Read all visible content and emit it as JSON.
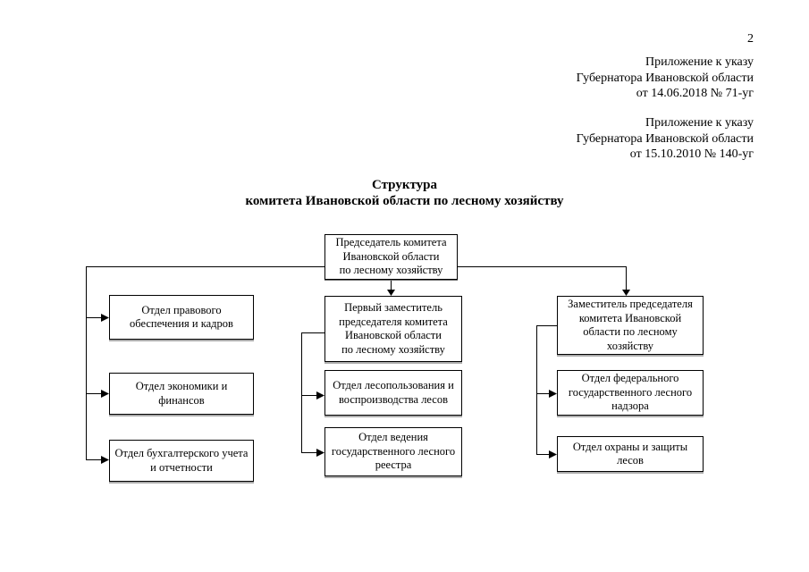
{
  "page_number": "2",
  "annotations": [
    {
      "text": "Приложение к указу\nГубернатора Ивановской области\nот 14.06.2018 № 71-уг"
    },
    {
      "text": "Приложение к указу\nГубернатора Ивановской области\nот 15.10.2010 № 140-уг"
    }
  ],
  "title": {
    "text": "Структура\nкомитета Ивановской области по лесному хозяйству"
  },
  "org_chart": {
    "chairman": {
      "label": "Председатель комитета\nИвановской области\nпо лесному хозяйству"
    },
    "left_column": [
      {
        "label": "Отдел правового\nобеспечения и кадров"
      },
      {
        "label": "Отдел экономики и\nфинансов"
      },
      {
        "label": "Отдел бухгалтерского учета\nи отчетности"
      }
    ],
    "middle_column": [
      {
        "label": "Первый заместитель\nпредседателя комитета\nИвановской области\nпо лесному хозяйству"
      },
      {
        "label": "Отдел лесопользования и\nвоспроизводства лесов"
      },
      {
        "label": "Отдел ведения\nгосударственного лесного\nреестра"
      }
    ],
    "right_column": [
      {
        "label": "Заместитель председателя\nкомитета Ивановской\nобласти по лесному\nхозяйству"
      },
      {
        "label": "Отдел федерального\nгосударственного лесного\nнадзора"
      },
      {
        "label": "Отдел охраны и защиты\nлесов"
      }
    ]
  },
  "colors": {
    "background": "#ffffff",
    "text": "#000000",
    "box_border": "#000000",
    "box_shadow": "#ababab",
    "connector": "#000000"
  }
}
